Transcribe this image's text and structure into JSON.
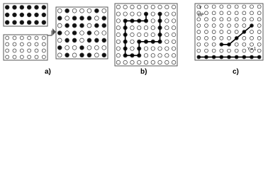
{
  "figure": {
    "labels": {
      "a": "a)",
      "b": "b)",
      "c": "c)"
    },
    "panel_c_text": {
      "y_axis": "Y",
      "dp": "DP",
      "y_value": "Y=1"
    }
  },
  "colors": {
    "filled": "#111111",
    "empty": "#ffffff",
    "stroke": "#333333",
    "frame": "#555555",
    "path": "#000000"
  },
  "panel_a": {
    "top": {
      "cols": 6,
      "rows": 3,
      "cells": [
        "111111",
        "111111",
        "111111"
      ]
    },
    "bottom": {
      "cols": 6,
      "rows": 4,
      "cells": [
        "000000",
        "000000",
        "000000",
        "000000"
      ]
    },
    "result": {
      "cols": 7,
      "rows": 7,
      "cells": [
        "0100010",
        "1011101",
        "0111011",
        "1010100",
        "0110111",
        "1001000",
        "0101101"
      ]
    },
    "arrow": "right-arrow"
  },
  "panel_b": {
    "cols": 9,
    "rows": 9,
    "path": [
      [
        6,
        1
      ],
      [
        6,
        2
      ],
      [
        6,
        3
      ],
      [
        6,
        4
      ],
      [
        6,
        5
      ],
      [
        5,
        5
      ],
      [
        4,
        5
      ],
      [
        3,
        5
      ],
      [
        3,
        6
      ],
      [
        3,
        7
      ],
      [
        2,
        7
      ],
      [
        1,
        7
      ],
      [
        1,
        6
      ],
      [
        1,
        5
      ],
      [
        1,
        4
      ],
      [
        1,
        3
      ],
      [
        1,
        2
      ],
      [
        2,
        2
      ],
      [
        3,
        2
      ],
      [
        4,
        2
      ],
      [
        4,
        1
      ]
    ]
  },
  "panel_c": {
    "cols": 9,
    "rows": 9,
    "line_points": [
      [
        3,
        6
      ],
      [
        4,
        6
      ],
      [
        5,
        5
      ],
      [
        6,
        4
      ],
      [
        7,
        3
      ]
    ],
    "baseline_row": 8
  }
}
